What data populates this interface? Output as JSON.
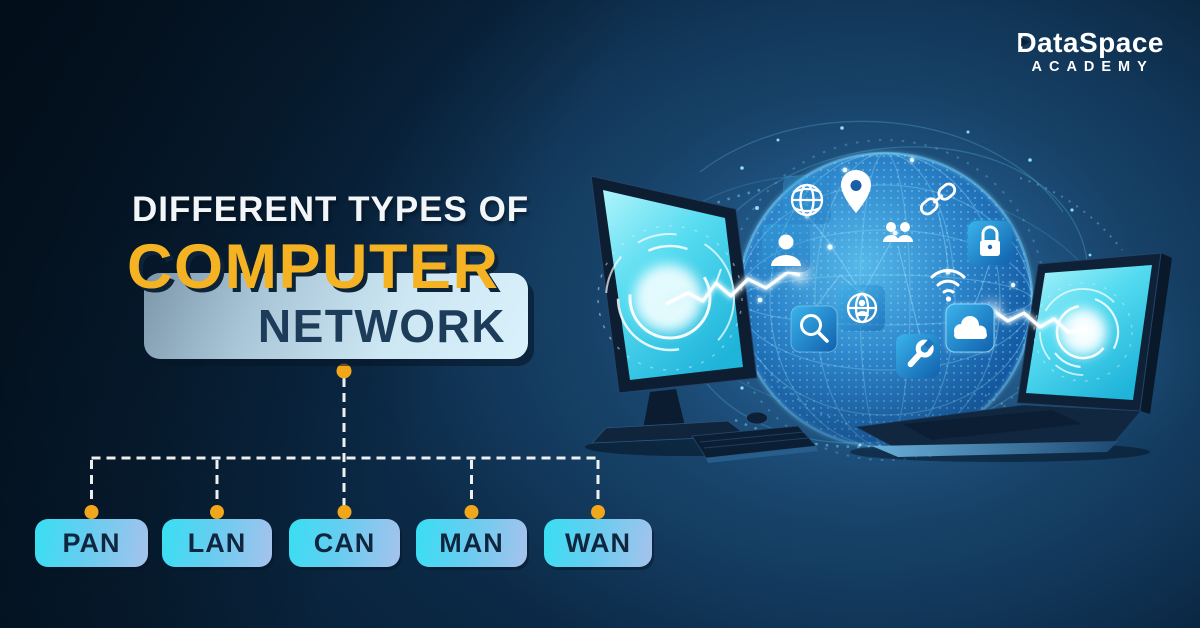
{
  "brand": {
    "primary": "DataSpace",
    "secondary": "ACADEMY"
  },
  "title": {
    "kicker": "DIFFERENT TYPES OF",
    "highlight": "COMPUTER",
    "boxed": "NETWORK"
  },
  "diagram": {
    "nodes": [
      {
        "label": "PAN"
      },
      {
        "label": "LAN"
      },
      {
        "label": "CAN"
      },
      {
        "label": "MAN"
      },
      {
        "label": "WAN"
      }
    ]
  },
  "illustration": {
    "devices": [
      "desktop-monitor",
      "laptop"
    ],
    "icons": [
      "globe-icon",
      "location-pin-icon",
      "link-icon",
      "user-icon",
      "users-icon",
      "lock-icon",
      "wifi-icon",
      "world-icon",
      "search-icon",
      "cloud-icon",
      "wrench-icon"
    ]
  },
  "colors": {
    "background": "#0b2946",
    "accent_yellow": "#f2a71b",
    "highlight_yellow": "#f5b324",
    "node_gradient_start": "#37dff3",
    "node_gradient_end": "#a6c2ec",
    "node_text": "#10263f",
    "network_panel_start": "#7c96aa",
    "network_panel_end": "#d9f1fb",
    "network_text": "#1d3c5a",
    "screen_cyan": "#55dbf0",
    "connector_white": "#ffffff"
  }
}
